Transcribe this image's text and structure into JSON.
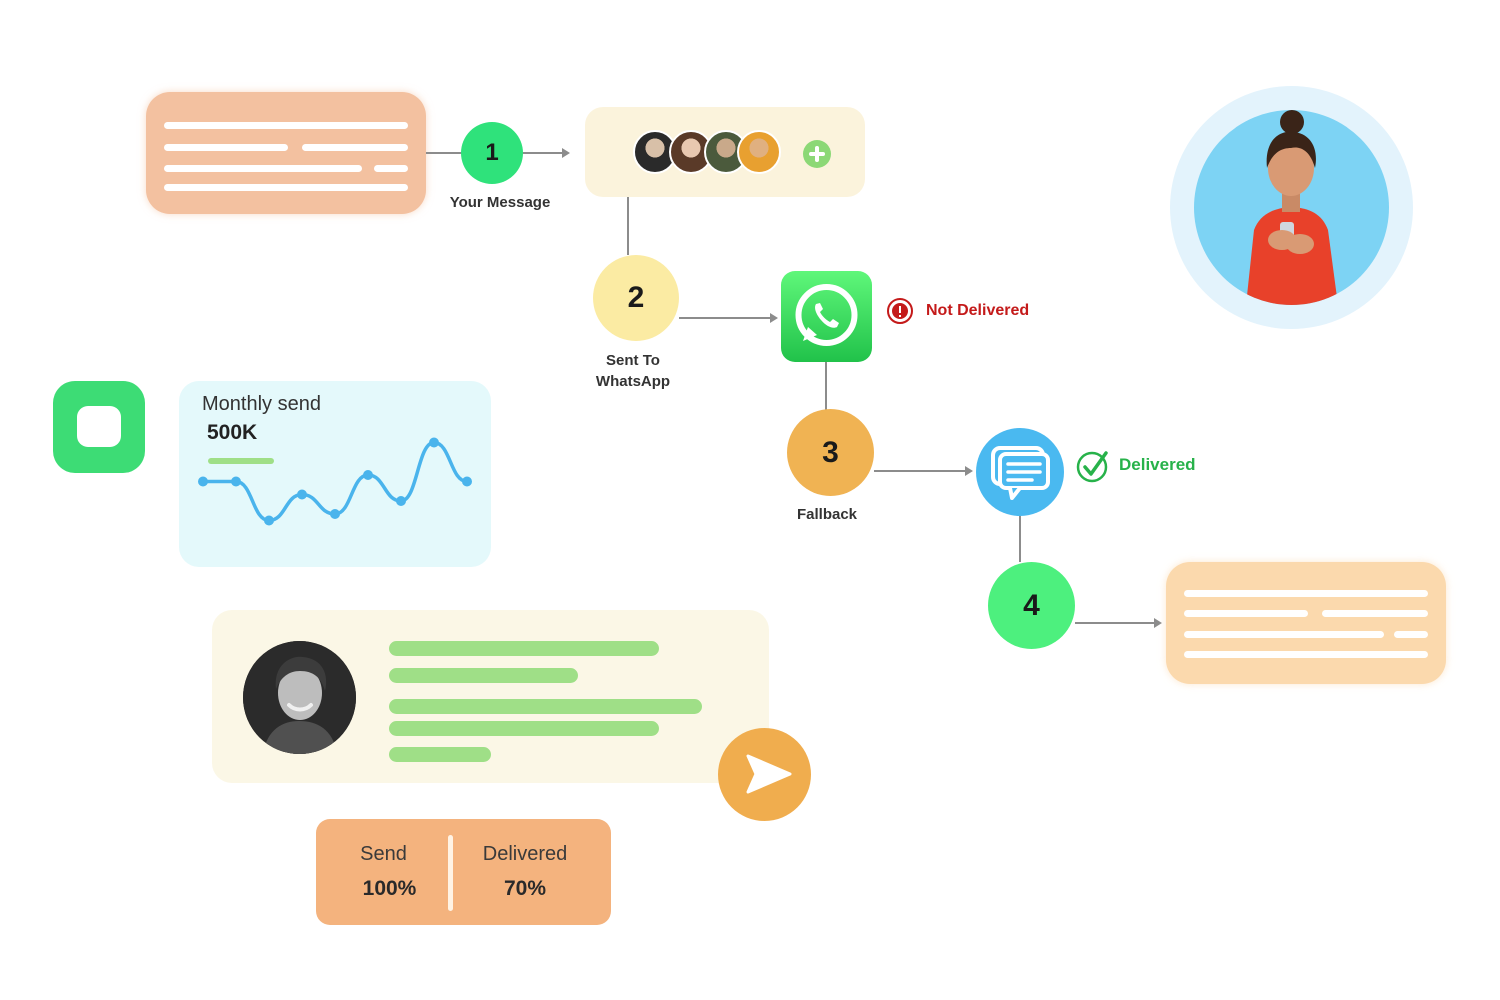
{
  "steps": [
    {
      "number": "1",
      "label": "Your Message",
      "color": "#2fe27b"
    },
    {
      "number": "2",
      "label": "Sent To\nWhatsApp",
      "color": "#fbeba3"
    },
    {
      "number": "3",
      "label": "Fallback",
      "color": "#f0b353"
    },
    {
      "number": "4",
      "label": "",
      "color": "#4df07e"
    }
  ],
  "status": {
    "not_delivered": {
      "text": "Not Delivered",
      "color": "#c41a1a"
    },
    "delivered": {
      "text": "Delivered",
      "color": "#27b24a"
    }
  },
  "monthly": {
    "title": "Monthly send",
    "value": "500K"
  },
  "chart_data": {
    "type": "line",
    "title": "Monthly send",
    "x": [
      1,
      2,
      3,
      4,
      5,
      6,
      7,
      8,
      9
    ],
    "values": [
      55,
      55,
      25,
      45,
      30,
      60,
      40,
      85,
      55
    ],
    "ylim": [
      0,
      100
    ],
    "grid": false,
    "color": "#4ab4ec"
  },
  "stats": {
    "send_label": "Send",
    "send_value": "100%",
    "delivered_label": "Delivered",
    "delivered_value": "70%"
  },
  "icons": {
    "whatsapp": "whatsapp-icon",
    "sms": "chat-bubble-icon",
    "send": "send-arrow-icon",
    "add": "plus-icon"
  },
  "colors": {
    "whatsapp_green": "#25d366",
    "sms_blue": "#4ab9f0",
    "send_orange": "#f0ad4e",
    "peach": "#f3c1a0",
    "green_app": "#3ddc75"
  }
}
